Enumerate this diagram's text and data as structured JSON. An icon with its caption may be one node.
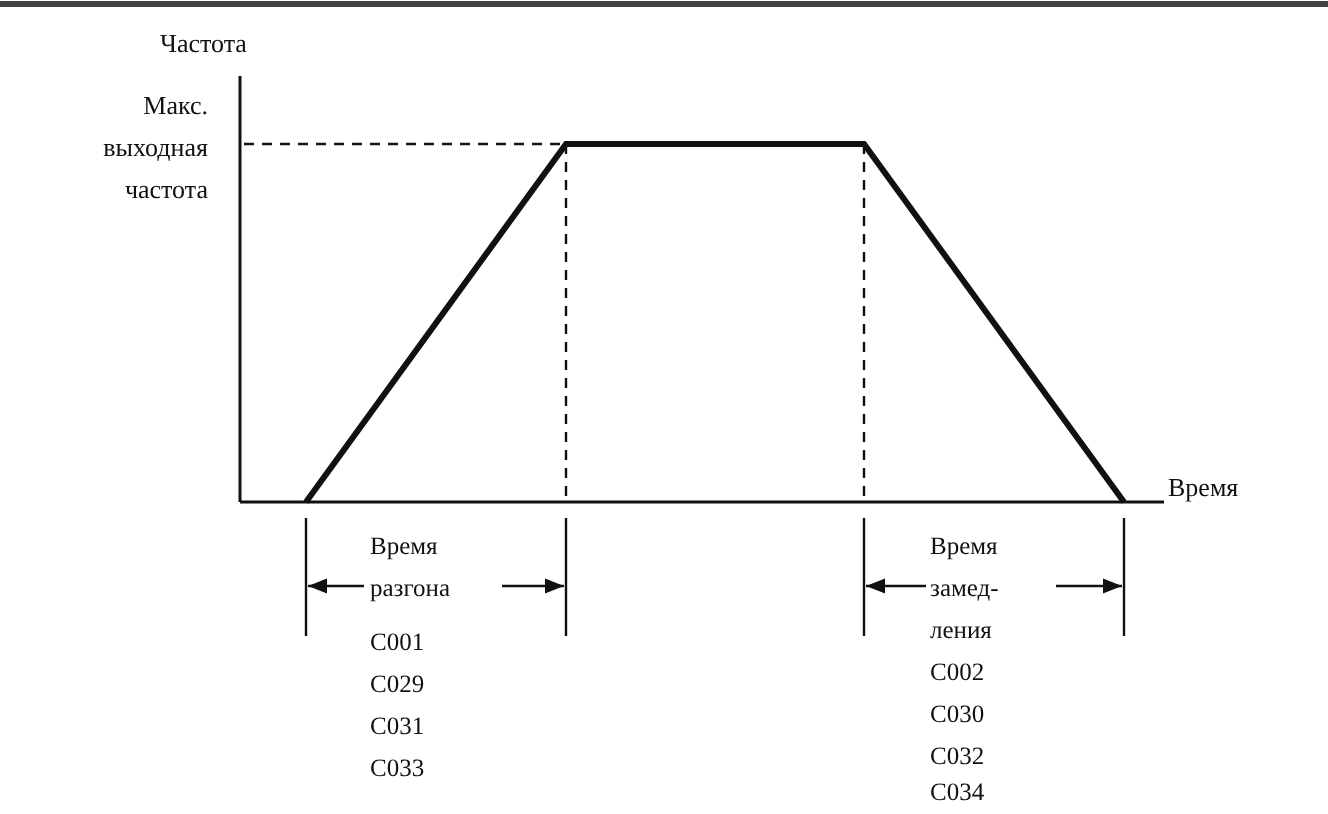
{
  "diagram": {
    "labels": [
      "Частота",
      "Макс. выходная частота",
      "Время",
      "Время разгона",
      "C001",
      "C029",
      "C031",
      "C033",
      "Время замед- ления",
      "C002",
      "C030",
      "C032",
      "C034"
    ]
  }
}
